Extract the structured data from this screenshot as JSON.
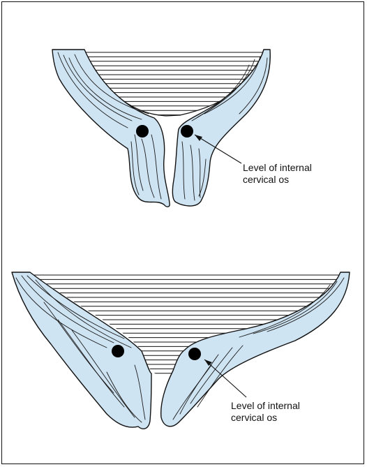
{
  "panels": [
    {
      "label_line1": "Level of internal",
      "label_line2": "cervical os"
    },
    {
      "label_line1": "Level of internal",
      "label_line2": "cervical os"
    }
  ],
  "colors": {
    "tissue_fill": "#cfe4f3",
    "outline": "#111111",
    "os_marker": "#000000",
    "background": "#ffffff"
  }
}
